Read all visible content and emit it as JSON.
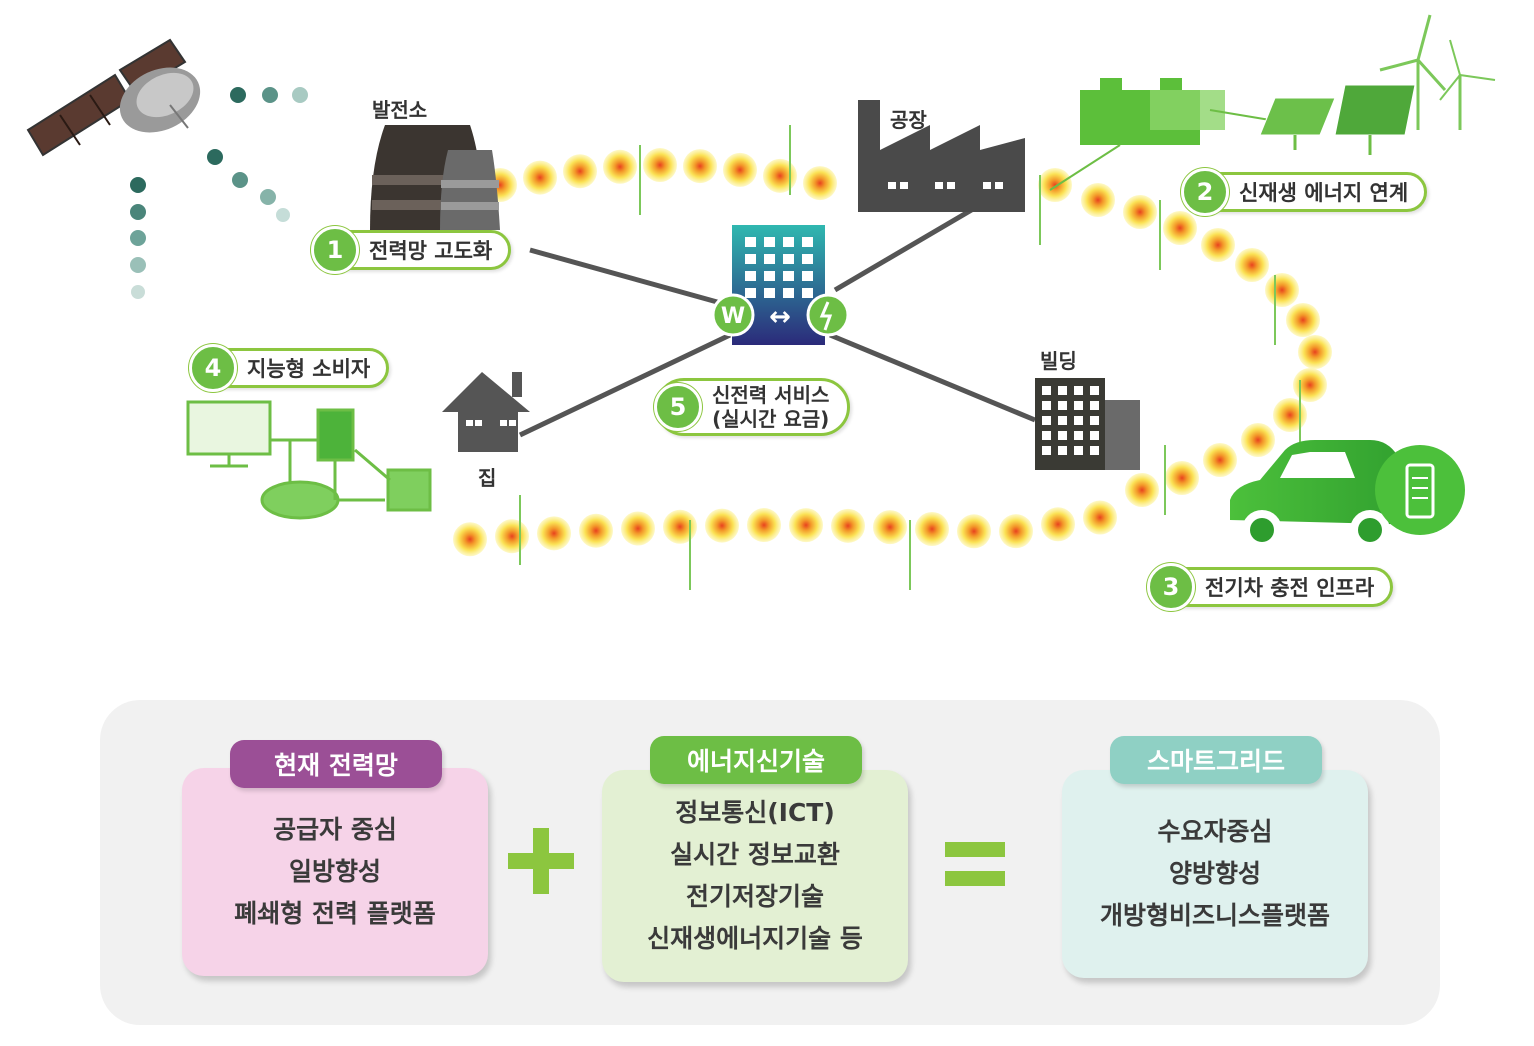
{
  "labels": {
    "power_plant": "발전소",
    "factory": "공장",
    "building": "빌딩",
    "house": "집"
  },
  "features": [
    {
      "num": "1",
      "text": "전력망 고도화"
    },
    {
      "num": "2",
      "text": "신재생 에너지 연계"
    },
    {
      "num": "3",
      "text": "전기차 충전 인프라"
    },
    {
      "num": "4",
      "text": "지능형 소비자"
    },
    {
      "num": "5",
      "text": "신전력 서비스",
      "text2": "(실시간 요금)"
    }
  ],
  "hub": {
    "left_symbol": "W",
    "arrow": "↔"
  },
  "equation": {
    "current_grid": {
      "title": "현재 전력망",
      "lines": [
        "공급자 중심",
        "일방향성",
        "폐쇄형 전력 플랫폼"
      ]
    },
    "new_tech": {
      "title": "에너지신기술",
      "lines": [
        "정보통신(ICT)",
        "실시간 정보교환",
        "전기저장기술",
        "신재생에너지기술 등"
      ]
    },
    "smart_grid": {
      "title": "스마트그리드",
      "lines": [
        "수요자중심",
        "양방향성",
        "개방형비즈니스플랫폼"
      ]
    }
  },
  "colors": {
    "green": "#6dbe45",
    "purple": "#9b4f96",
    "teal": "#8fd0c4",
    "pink_box": "#f6d3e8",
    "green_box": "#e3f0d3",
    "teal_box": "#dff1ee",
    "operator": "#8cc63f"
  }
}
